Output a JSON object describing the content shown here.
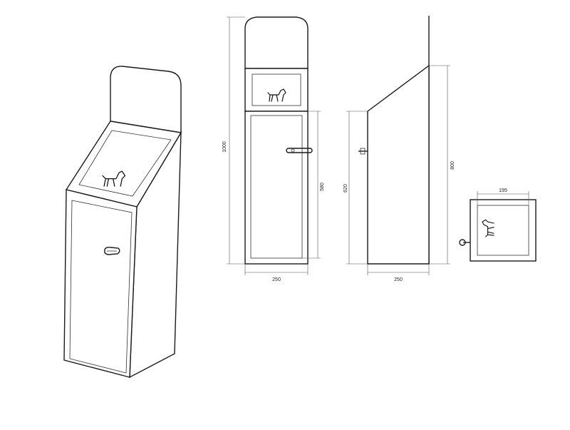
{
  "dimensions": {
    "front_width": "250",
    "front_height": "1000",
    "front_door_height": "580",
    "side_width": "250",
    "side_front_height": "620",
    "side_back_height": "800",
    "top_width": "195"
  },
  "icons": {
    "pet": "dog-icon",
    "handle": "door-handle-icon",
    "lock": "key-lock-icon"
  }
}
